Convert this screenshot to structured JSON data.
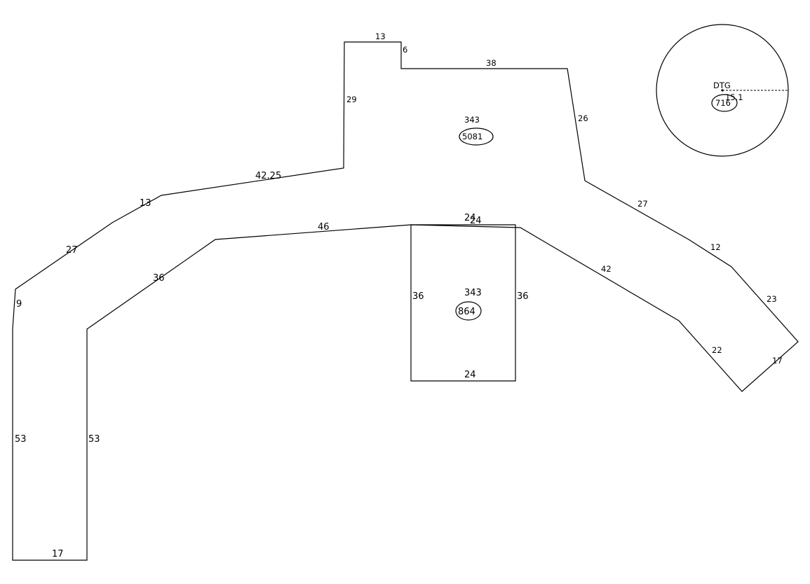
{
  "main_area": {
    "dims": {
      "top_a": "13",
      "top_b": "6",
      "top_c": "38",
      "left_upper": "29",
      "right_upper": "26",
      "mid_diag": "42.25",
      "left_diag_1": "13",
      "left_diag_2": "27",
      "left_short": "9",
      "right_diag_1": "27",
      "right_diag_2": "12",
      "right_diag_3": "23",
      "right_end": "17",
      "inner_right_low": "22",
      "inner_right_diag": "42",
      "inner_top": "46",
      "inner_left_diag": "36",
      "left_outer": "53",
      "left_inner": "53",
      "bottom": "17"
    },
    "label_top": "343",
    "area": "5081"
  },
  "box": {
    "dims": {
      "top_a": "24",
      "top_b": "24",
      "left": "36",
      "right": "36",
      "bottom": "24"
    },
    "label_top": "343",
    "area": "864"
  },
  "circle": {
    "label": "DTG",
    "radius_label": "15.1",
    "area": "716"
  }
}
